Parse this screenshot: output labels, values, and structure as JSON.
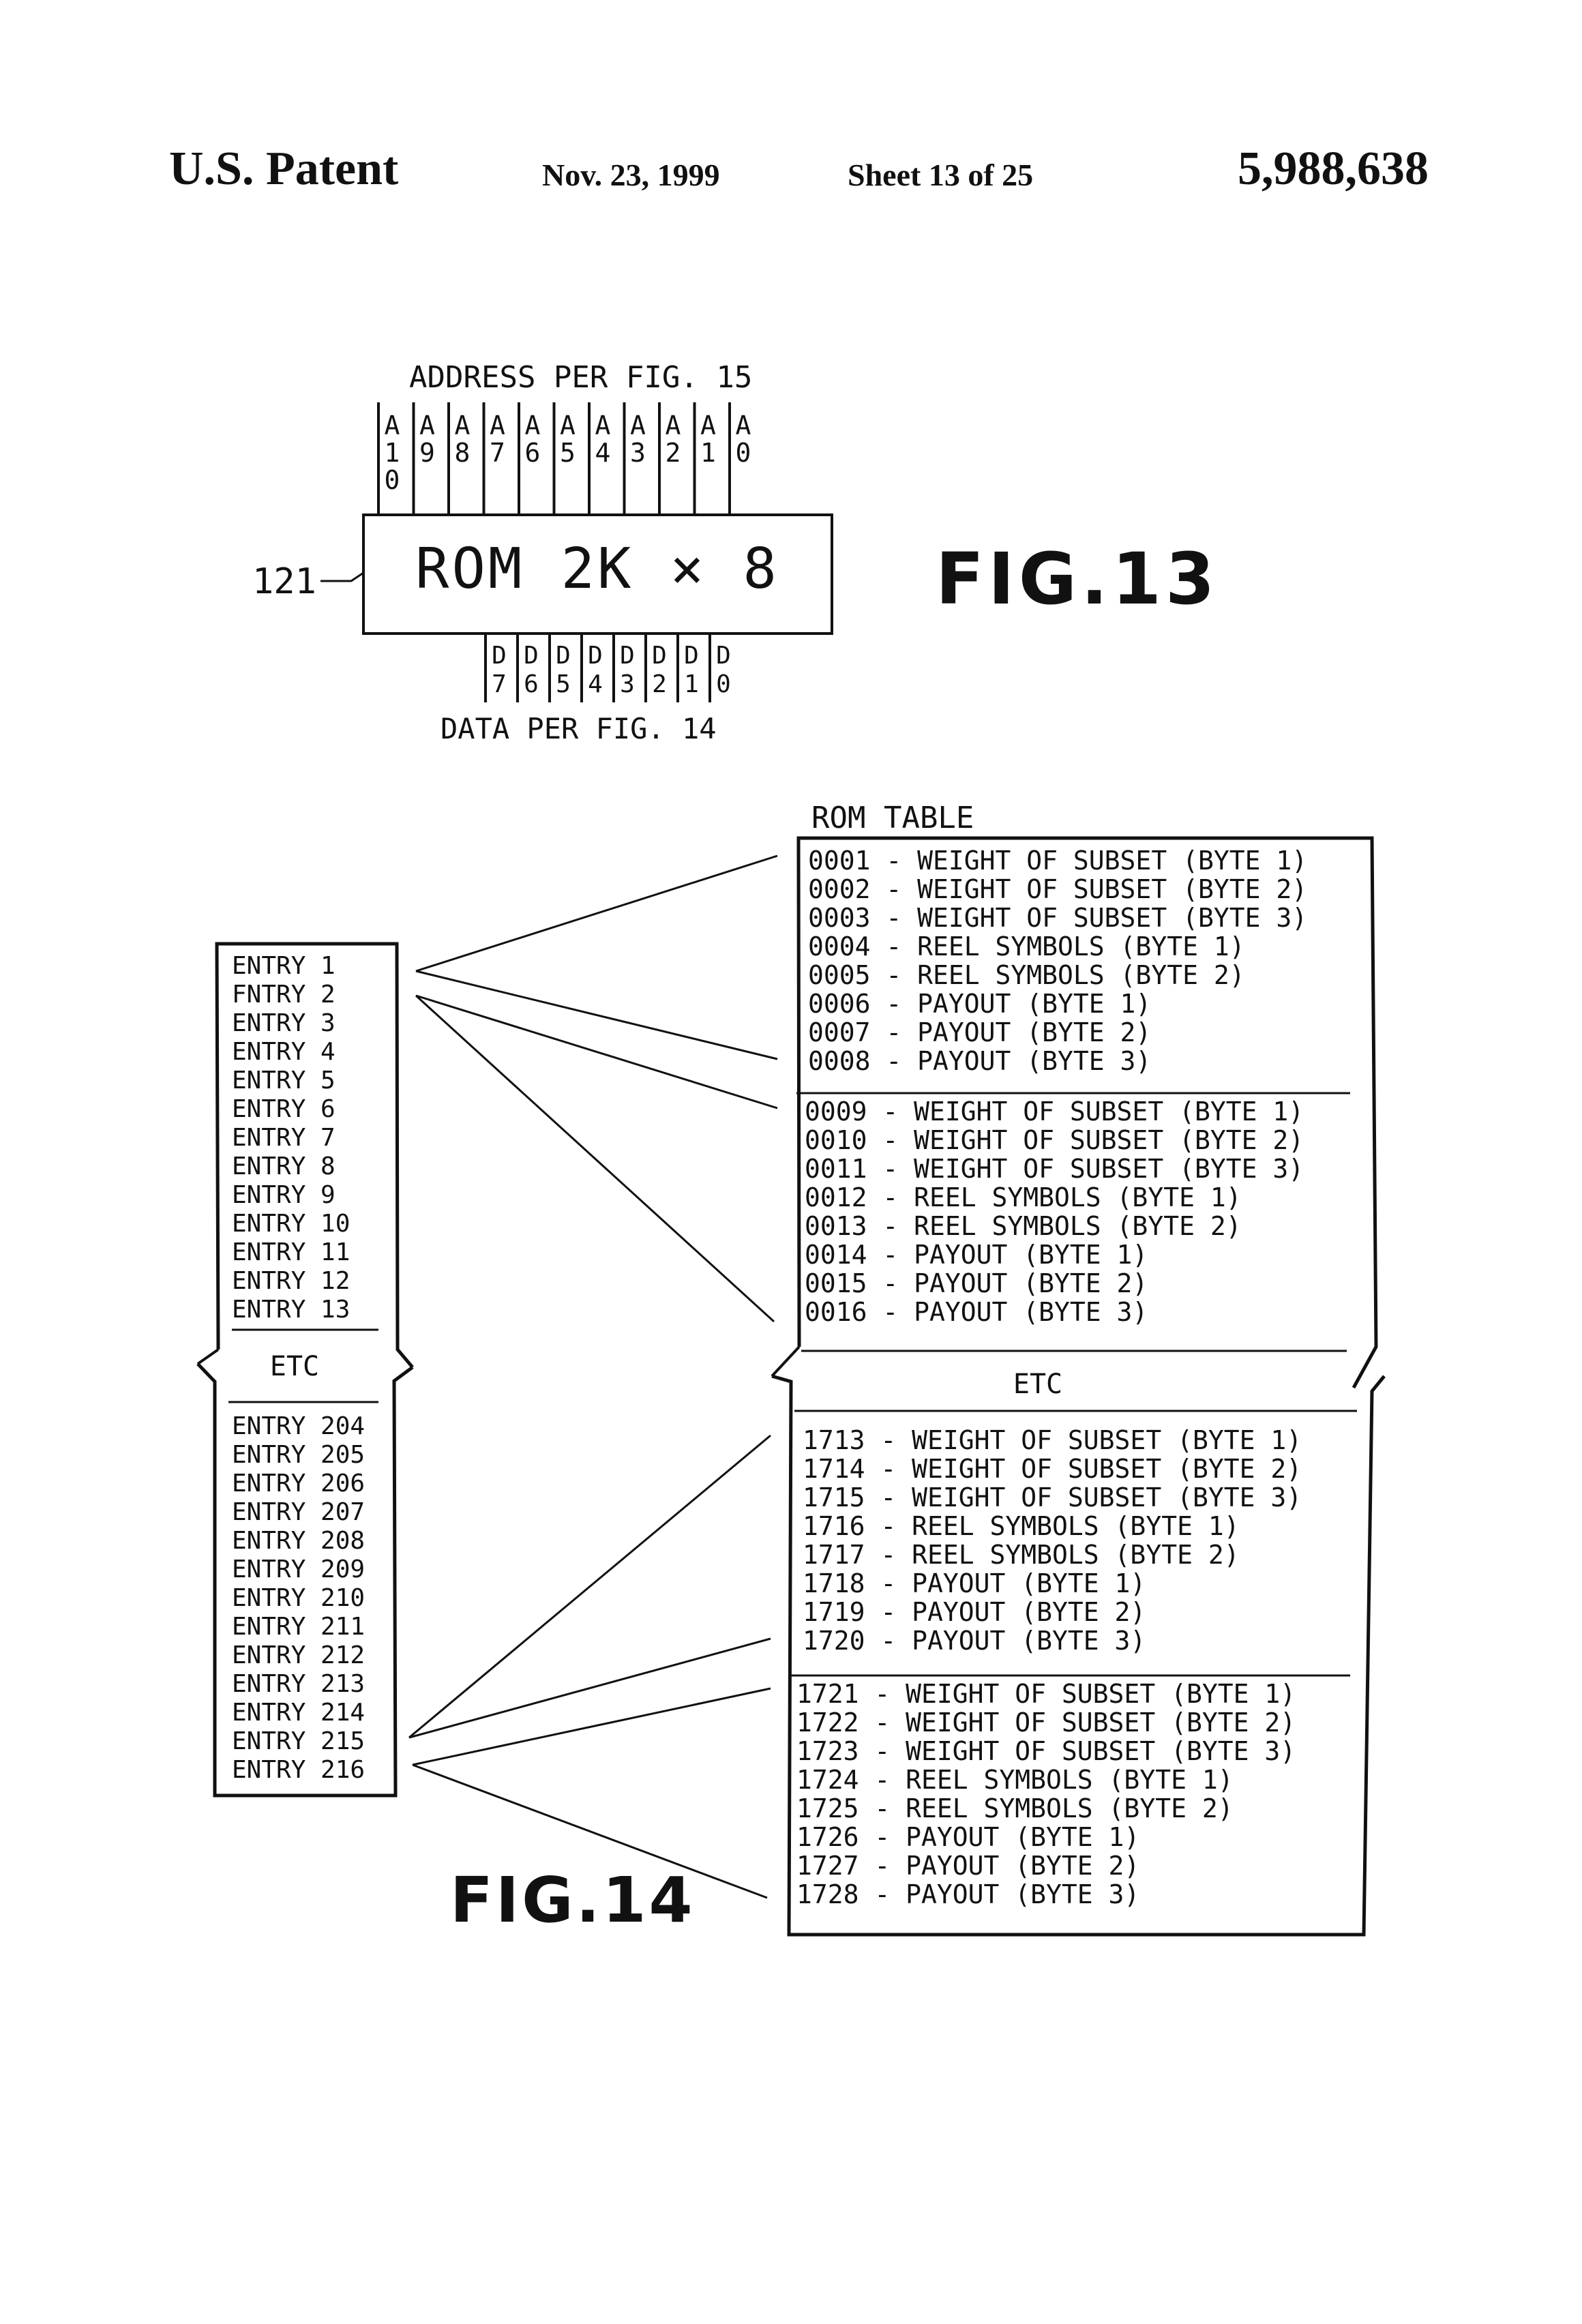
{
  "header": {
    "title": "U.S. Patent",
    "date": "Nov. 23, 1999",
    "sheet": "Sheet 13 of 25",
    "patent_number": "5,988,638"
  },
  "fig13": {
    "address_label": "ADDRESS PER FIG. 15",
    "address_pins": [
      {
        "letter": "A",
        "num": "1",
        "num2": "0"
      },
      {
        "letter": "A",
        "num": "9",
        "num2": ""
      },
      {
        "letter": "A",
        "num": "8",
        "num2": ""
      },
      {
        "letter": "A",
        "num": "7",
        "num2": ""
      },
      {
        "letter": "A",
        "num": "6",
        "num2": ""
      },
      {
        "letter": "A",
        "num": "5",
        "num2": ""
      },
      {
        "letter": "A",
        "num": "4",
        "num2": ""
      },
      {
        "letter": "A",
        "num": "3",
        "num2": ""
      },
      {
        "letter": "A",
        "num": "2",
        "num2": ""
      },
      {
        "letter": "A",
        "num": "1",
        "num2": ""
      },
      {
        "letter": "A",
        "num": "0",
        "num2": ""
      }
    ],
    "chip_label": "ROM 2K × 8",
    "reference": "121",
    "data_pins": [
      {
        "letter": "D",
        "num": "7"
      },
      {
        "letter": "D",
        "num": "6"
      },
      {
        "letter": "D",
        "num": "5"
      },
      {
        "letter": "D",
        "num": "4"
      },
      {
        "letter": "D",
        "num": "3"
      },
      {
        "letter": "D",
        "num": "2"
      },
      {
        "letter": "D",
        "num": "1"
      },
      {
        "letter": "D",
        "num": "0"
      }
    ],
    "data_label": "DATA PER FIG. 14",
    "caption": "FIG.13"
  },
  "fig14": {
    "caption": "FIG.14",
    "entries_top": [
      "ENTRY 1",
      "FNTRY 2",
      "ENTRY 3",
      "ENTRY 4",
      "ENTRY 5",
      "ENTRY 6",
      "ENTRY 7",
      "ENTRY 8",
      "ENTRY 9",
      "ENTRY 10",
      "ENTRY 11",
      "ENTRY 12",
      "ENTRY 13"
    ],
    "entries_etc": "ETC",
    "entries_bottom": [
      "ENTRY 204",
      "ENTRY 205",
      "ENTRY 206",
      "ENTRY 207",
      "ENTRY 208",
      "ENTRY 209",
      "ENTRY 210",
      "ENTRY 211",
      "ENTRY 212",
      "ENTRY 213",
      "ENTRY 214",
      "ENTRY 215",
      "ENTRY 216"
    ],
    "rom_table_title": "ROM TABLE",
    "rom_etc": "ETC",
    "rom_groups": [
      [
        "0001 - WEIGHT OF SUBSET (BYTE 1)",
        "0002 - WEIGHT OF SUBSET (BYTE 2)",
        "0003 - WEIGHT OF SUBSET (BYTE 3)",
        "0004 - REEL SYMBOLS (BYTE 1)",
        "0005 - REEL SYMBOLS (BYTE 2)",
        "0006 - PAYOUT (BYTE 1)",
        "0007 - PAYOUT (BYTE 2)",
        "0008 - PAYOUT (BYTE 3)"
      ],
      [
        "0009 - WEIGHT OF SUBSET (BYTE 1)",
        "0010 - WEIGHT OF SUBSET (BYTE 2)",
        "0011 - WEIGHT OF SUBSET (BYTE 3)",
        "0012 - REEL SYMBOLS (BYTE 1)",
        "0013 - REEL SYMBOLS (BYTE 2)",
        "0014 - PAYOUT (BYTE 1)",
        "0015 - PAYOUT (BYTE 2)",
        "0016 - PAYOUT (BYTE 3)"
      ],
      [
        "1713 - WEIGHT OF SUBSET (BYTE 1)",
        "1714 - WEIGHT OF SUBSET (BYTE 2)",
        "1715 - WEIGHT OF SUBSET (BYTE 3)",
        "1716 - REEL SYMBOLS (BYTE 1)",
        "1717 - REEL SYMBOLS (BYTE 2)",
        "1718 - PAYOUT (BYTE 1)",
        "1719 - PAYOUT (BYTE 2)",
        "1720 - PAYOUT (BYTE 3)"
      ],
      [
        "1721 - WEIGHT OF SUBSET (BYTE 1)",
        "1722 - WEIGHT OF SUBSET (BYTE 2)",
        "1723 - WEIGHT OF SUBSET (BYTE 3)",
        "1724 - REEL SYMBOLS (BYTE 1)",
        "1725 - REEL SYMBOLS (BYTE 2)",
        "1726 - PAYOUT (BYTE 1)",
        "1727 - PAYOUT (BYTE 2)",
        "1728 - PAYOUT (BYTE 3)"
      ]
    ]
  }
}
